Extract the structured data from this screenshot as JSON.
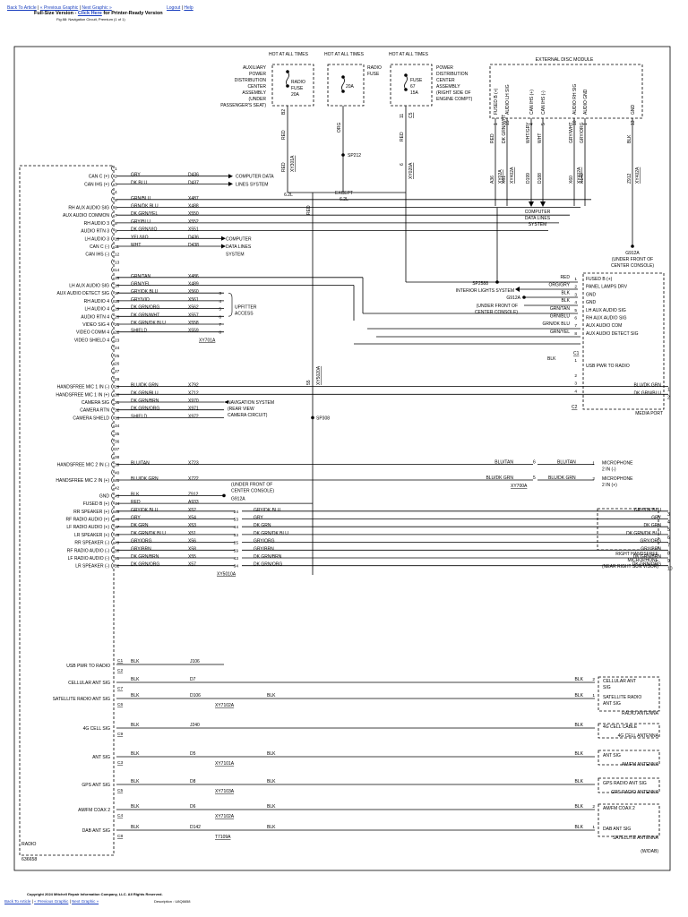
{
  "header": {
    "back_to_article": "Back To Article",
    "previous_graphic": "« Previous Graphic",
    "next_graphic": "Next Graphic »",
    "logout": "Logout",
    "help": "Help",
    "fullsize_prefix": "Full-Size Version - ",
    "click_here": "Click Here",
    "fullsize_suffix": " for Printer-Ready Version",
    "figure_caption": "Fig 88: Navigation Circuit, Premium (1 of 1)"
  },
  "footer": {
    "copyright": "Copyright 2024 Mitchell Repair Information Company, LLC. All Rights Reserved.",
    "description": "Description : U8Q6658",
    "back_to_article": "Back To Article",
    "previous_graphic": "« Previous Graphic",
    "next_graphic": "Next Graphic »"
  },
  "diagram": {
    "component_left": "RADIO",
    "figure_number": "636658",
    "hot_at_all_times": "HOT AT ALL TIMES",
    "left_fuse": {
      "name_lines": [
        "AUXILIARY",
        "POWER",
        "DISTRIBUTION",
        "CENTER",
        "ASSEMBLY",
        "(UNDER",
        "PASSENGER'S SEAT)"
      ],
      "fuse_lines": [
        "RADIO",
        "FUSE",
        "20A"
      ],
      "pin": "B2",
      "wire": "RED",
      "connector": "XY301A",
      "variant": "6.2L"
    },
    "mid_fuse": {
      "fuse": "20A",
      "wire": "ORG",
      "splice": "SP212"
    },
    "right_fuse": {
      "name_lines": [
        "POWER",
        "DISTRIBUTION",
        "CENTER",
        "ASSEMBLY",
        "(RIGHT SIDE OF",
        "ENGINE COMPT)"
      ],
      "label_lines": [
        "RADIO",
        "FUSE"
      ],
      "fuse_lines": [
        "FUSE",
        "67",
        "15A"
      ],
      "pin": "11",
      "connector_pin": "C5",
      "wire": "RED",
      "wire2": "RED",
      "pin2": "6",
      "connector": "XY020A",
      "variant": "EXCEPT 6.2L"
    },
    "edm": {
      "title": "EXTERNAL DISC MODULE",
      "pins": [
        {
          "n": "1",
          "label": "FUSED B (+)",
          "wire": "RED",
          "circuit": "A36",
          "conn": "XY02A"
        },
        {
          "n": "15",
          "label": "AUDIO LH SIG",
          "wire": "DK GRN/WHT",
          "circuit": "X61",
          "conn": "XY402A"
        },
        {
          "n": "4",
          "label": "CAN IHS (+)",
          "wire": "WHT/GRY",
          "circuit": "D199",
          "conn": ""
        },
        {
          "n": "5",
          "label": "CAN IHS (-)",
          "wire": "WHT",
          "circuit": "D188",
          "conn": ""
        },
        {
          "n": "10",
          "label": "AUDIO RH SIG",
          "wire": "GRY/WHT",
          "circuit": "X60",
          "conn": "XY402A"
        },
        {
          "n": "1",
          "label": "AUDIO GND",
          "wire": "GRY/ORG",
          "circuit": "X140",
          "conn": ""
        },
        {
          "n": "13",
          "label": "GND",
          "wire": "BLK",
          "circuit": "Z912",
          "conn": "XY402A"
        }
      ],
      "computer_lines": [
        "COMPUTER",
        "DATA LINES",
        "SYSTEM"
      ],
      "ground": {
        "name": "G912A",
        "location": [
          "(UNDER FRONT OF",
          "CENTER CONSOLE)"
        ]
      }
    },
    "radio_pins": [
      {
        "n": "1",
        "label": "",
        "wire": "",
        "circuit": ""
      },
      {
        "n": "2",
        "label": "CAN C (+)",
        "wire": "GRY",
        "circuit": "D436"
      },
      {
        "n": "3",
        "label": "CAN IHS (+)",
        "wire": "DK BLU",
        "circuit": "D437"
      },
      {
        "n": "4",
        "label": "",
        "wire": "",
        "circuit": ""
      },
      {
        "n": "5",
        "label": "",
        "wire": "GRN/BLU",
        "circuit": "X487"
      },
      {
        "n": "6",
        "label": "RH AUX AUDIO SIG",
        "wire": "GRN/DK BLU",
        "circuit": "X488"
      },
      {
        "n": "7",
        "label": "AUX AUDIO COMMON",
        "wire": "DK GRN/YEL",
        "circuit": "X550"
      },
      {
        "n": "8",
        "label": "RH AUDIO 3",
        "wire": "GRY/BLU",
        "circuit": "X552"
      },
      {
        "n": "9",
        "label": "AUDIO RTN 3",
        "wire": "DK GRN/VIO",
        "circuit": "X551"
      },
      {
        "n": "10",
        "label": "LH AUDIO 3",
        "wire": "YEL/VIO",
        "circuit": "D436"
      },
      {
        "n": "11",
        "label": "CAN C (-)",
        "wire": "WHT",
        "circuit": "D438"
      },
      {
        "n": "12",
        "label": "CAN IHS (-)",
        "wire": "",
        "circuit": ""
      },
      {
        "n": "13",
        "label": "",
        "wire": "",
        "circuit": ""
      },
      {
        "n": "14",
        "label": "",
        "wire": "",
        "circuit": ""
      },
      {
        "n": "15",
        "label": "",
        "wire": "GRN/TAN",
        "circuit": "X486"
      },
      {
        "n": "16",
        "label": "LH AUX AUDIO SIG",
        "wire": "GRN/YEL",
        "circuit": "X489"
      },
      {
        "n": "17",
        "label": "AUX AUDIO DETECT SIG",
        "wire": "GRY/DK BLU",
        "circuit": "X560"
      },
      {
        "n": "18",
        "label": "RH AUDIO 4",
        "wire": "GRY/VIO",
        "circuit": "X561"
      },
      {
        "n": "19",
        "label": "LH AUDIO 4",
        "wire": "DK GRN/ORG",
        "circuit": "X562"
      },
      {
        "n": "20",
        "label": "AUDIO RTN 4",
        "wire": "DK GRN/WHT",
        "circuit": "X557"
      },
      {
        "n": "21",
        "label": "VIDEO SIG 4",
        "wire": "DK GRN/DK BLU",
        "circuit": "X558"
      },
      {
        "n": "22",
        "label": "VIDEO COMM 4",
        "wire": "SHIELD",
        "circuit": "X559"
      },
      {
        "n": "23",
        "label": "VIDEO SHIELD 4",
        "wire": "",
        "circuit": ""
      },
      {
        "n": "24",
        "label": "",
        "wire": "",
        "circuit": ""
      },
      {
        "n": "25",
        "label": "",
        "wire": "",
        "circuit": ""
      },
      {
        "n": "26",
        "label": "",
        "wire": "",
        "circuit": ""
      },
      {
        "n": "27",
        "label": "",
        "wire": "",
        "circuit": ""
      },
      {
        "n": "28",
        "label": "",
        "wire": "",
        "circuit": ""
      },
      {
        "n": "29",
        "label": "HANDSFREE MIC 1 IN (-)",
        "wire": "BLU/DK GRN",
        "circuit": "X792"
      },
      {
        "n": "30",
        "label": "HANDSFREE MIC 1 IN (+)",
        "wire": "DK GRN/BLU",
        "circuit": "X712"
      },
      {
        "n": "31",
        "label": "CAMERA SIG",
        "wire": "DK GRN/BRN",
        "circuit": "X970"
      },
      {
        "n": "32",
        "label": "CAMERA RTN",
        "wire": "DK GRN/ORG",
        "circuit": "X971"
      },
      {
        "n": "33",
        "label": "CAMERA SHIELD",
        "wire": "SHIELD",
        "circuit": "X972"
      },
      {
        "n": "34",
        "label": "",
        "wire": "",
        "circuit": ""
      },
      {
        "n": "35",
        "label": "",
        "wire": "",
        "circuit": ""
      },
      {
        "n": "36",
        "label": "",
        "wire": "",
        "circuit": ""
      },
      {
        "n": "37",
        "label": "",
        "wire": "",
        "circuit": ""
      },
      {
        "n": "38",
        "label": "",
        "wire": "",
        "circuit": ""
      },
      {
        "n": "39",
        "label": "HANDSFREE MIC 2 IN (-)",
        "wire": "BLU/TAN",
        "circuit": "X723"
      },
      {
        "n": "40",
        "label": "",
        "wire": "",
        "circuit": ""
      },
      {
        "n": "41",
        "label": "HANDSFREE MIC 2 IN (+)",
        "wire": "BLU/DK GRN",
        "circuit": "X722"
      },
      {
        "n": "42",
        "label": "",
        "wire": "",
        "circuit": ""
      },
      {
        "n": "43",
        "label": "GND",
        "wire": "BLK",
        "circuit": "Z912"
      },
      {
        "n": "44",
        "label": "FUSED B (+)",
        "wire": "RED",
        "circuit": "A933"
      },
      {
        "n": "45",
        "label": "RR SPEAKER (+)",
        "wire": "GRY/DK BLU",
        "circuit": "X52"
      },
      {
        "n": "46",
        "label": "RF RADIO AUDIO (+)",
        "wire": "GRY",
        "circuit": "X54"
      },
      {
        "n": "47",
        "label": "LF RADIO AUDIO (+)",
        "wire": "DK GRN",
        "circuit": "X53"
      },
      {
        "n": "48",
        "label": "LR SPEAKER (+)",
        "wire": "DK GRN/DK BLU",
        "circuit": "X51"
      },
      {
        "n": "49",
        "label": "RR SPEAKER (-)",
        "wire": "GRY/ORG",
        "circuit": "X56"
      },
      {
        "n": "50",
        "label": "RF RADIO AUDIO (-)",
        "wire": "GRY/BRN",
        "circuit": "X58"
      },
      {
        "n": "51",
        "label": "LF RADIO AUDIO (-)",
        "wire": "DK GRN/BRN",
        "circuit": "X55"
      },
      {
        "n": "52",
        "label": "LR SPEAKER (-)",
        "wire": "DK GRN/ORG",
        "circuit": "X57"
      }
    ],
    "connectors": {
      "xy701a": "XY701A",
      "xy700a": "XY700A",
      "xy5010a": "XY5010A",
      "xy5020a": "XY5020A"
    },
    "uplifter_lines": [
      "UPFITTER",
      "ACCESS"
    ],
    "nav_system_lines": [
      "NAVIGATION SYSTEM",
      "(REAR VIEW",
      "CAMERA CIRCUIT)"
    ],
    "splices": {
      "sp308": "SP308",
      "sp2588": "SP2588",
      "g912a": "G912A"
    },
    "g912a_loc": [
      "(UNDER FRONT OF",
      "CENTER CONSOLE)"
    ],
    "media_port": {
      "title": "MEDIA PORT",
      "pins": [
        {
          "n": "1",
          "label": "FUSED B (+)",
          "wire": "RED"
        },
        {
          "n": "2",
          "label": "PANEL LAMPS DRV",
          "wire": "ORG/GRY"
        },
        {
          "n": "3",
          "label": "GND",
          "wire": "BLK"
        },
        {
          "n": "4",
          "label": "GND",
          "wire": "BLK"
        },
        {
          "n": "5",
          "label": "LH AUX AUDIO SIG",
          "wire": "GRN/TAN"
        },
        {
          "n": "6",
          "label": "RH AUX AUDIO SIG",
          "wire": "GRN/BLU"
        },
        {
          "n": "7",
          "label": "AUX AUDIO COM",
          "wire": "GRN/DK BLU"
        },
        {
          "n": "8",
          "label": "AUX AUDIO DETECT SIG",
          "wire": "GRN/YEL"
        },
        {
          "n": "1",
          "label": "USB PWR TO RADIO",
          "wire": "BLK"
        }
      ],
      "conn_c1": "C1",
      "conn_c2": "C2",
      "interior_lights": "INTERIOR LIGHTS SYSTEM"
    },
    "right_edge_wires": [
      {
        "n": "1",
        "wire": "BLU/DK GRN"
      },
      {
        "n": "2",
        "wire": "DK GRN/BLU"
      },
      {
        "n": "3",
        "wire": "GRY/DK BLU"
      },
      {
        "n": "4",
        "wire": "GRY"
      },
      {
        "n": "5",
        "wire": "DK GRN"
      },
      {
        "n": "6",
        "wire": "DK GRN/DK BLU"
      },
      {
        "n": "7",
        "wire": "GRY/ORG"
      },
      {
        "n": "8",
        "wire": "GRY/BRN"
      },
      {
        "n": "9",
        "wire": "DK GRN/BRN"
      },
      {
        "n": "10",
        "wire": "DK GRN/ORG"
      }
    ],
    "right_handsfree_lines": [
      "RIGHT HANDSFREE",
      "MICROPHONE",
      "(NEAR RIGHT SUN VISOR)"
    ],
    "mic_pins": [
      {
        "n": "1",
        "label": [
          "MICROPHONE",
          "2 IN (-)"
        ],
        "wire": "BLU/TAN"
      },
      {
        "n": "2",
        "label": [
          "MICROPHONE",
          "2 IN (+)"
        ],
        "wire": "BLU/DK GRN"
      }
    ],
    "antennas": [
      {
        "radio_label": "USB PWR TO RADIO",
        "conn": "C1",
        "conn2": "C2",
        "wire": "BLK",
        "circuit": "J106"
      },
      {
        "radio_label": "CELLULAR ANT SIG",
        "conn": "C7",
        "wire": "BLK",
        "circuit": "D7",
        "right_pin": "2",
        "right_label": [
          "CELLULAR ANT",
          "SIG"
        ]
      },
      {
        "radio_label": "SATELLITE RADIO ANT SIG",
        "conn": "C6",
        "wire": "BLK",
        "circuit": "D106",
        "inline": "XY7102A",
        "right_pin": "1",
        "right_label": [
          "SATELLITE RADIO",
          "ANT SIG"
        ],
        "footer": "RADIO ANTENNA"
      },
      {
        "radio_label": "4G CELL SIG",
        "conn": "C9",
        "wire": "BLK",
        "circuit": "J240",
        "right_label": [
          "4G CELL CABLE"
        ],
        "footer": "4G CELL ANTENNA"
      },
      {
        "radio_label": "ANT SIG",
        "conn": "C3",
        "wire": "BLK",
        "circuit": "D5",
        "inline": "XY7101A",
        "right_label": [
          "ANT SIG"
        ],
        "footer": "AM/FM ANTENNA"
      },
      {
        "radio_label": "GPS ANT SIG",
        "conn": "C5",
        "wire": "BLK",
        "circuit": "D8",
        "inline": "XY7103A",
        "right_label": [
          "GPS RADIO ANT SIG"
        ],
        "footer": "GPS RADIO ANTENNA"
      },
      {
        "radio_label": "AM/FM COAX 2",
        "conn": "C4",
        "wire": "BLK",
        "circuit": "D6",
        "inline": "XY7102A",
        "right_pin": "2",
        "right_label": [
          "AM/FM COAX 2"
        ]
      },
      {
        "radio_label": "DAB ANT SIG",
        "conn": "C8",
        "wire": "BLK",
        "circuit": "D142",
        "inline": "T7109A",
        "right_pin": "1",
        "right_label": [
          "DAB ANT SIG"
        ],
        "footer": "SATELLITE ANTENNA",
        "footer2": "(W/DAB)"
      }
    ]
  }
}
